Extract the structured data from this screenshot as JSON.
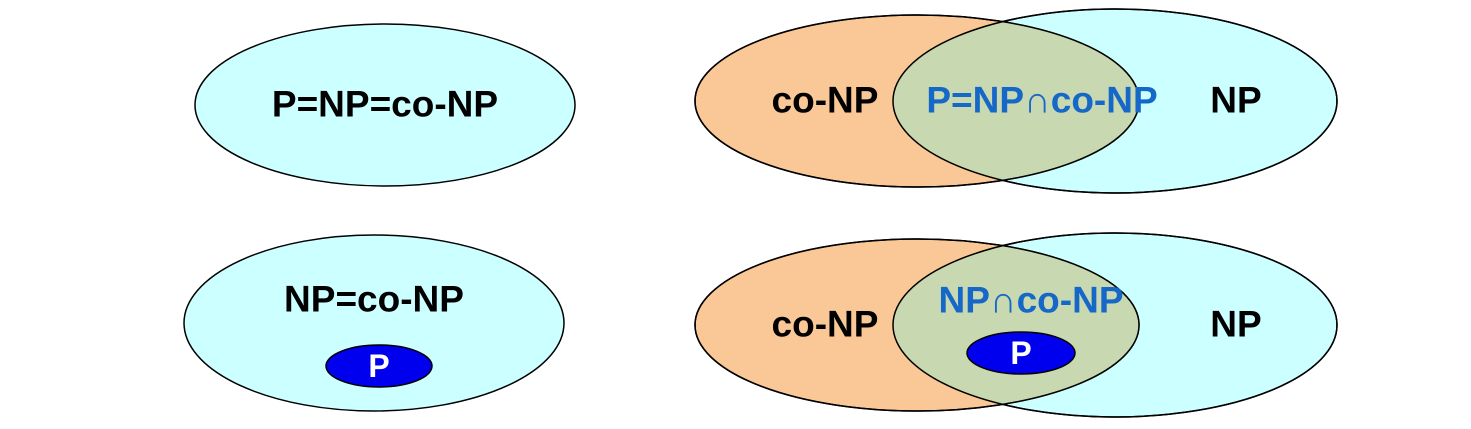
{
  "colors": {
    "cyan_fill": "#ccffff",
    "orange_fill": "#fac896",
    "intersection_fill": "#c8d8b0",
    "p_fill": "#0000ee",
    "blue_text": "#1668c8"
  },
  "diagrams": {
    "top_left": {
      "label": "P=NP=co-NP"
    },
    "top_right": {
      "conp_label": "co-NP",
      "intersection_label": "P=NP∩co-NP",
      "np_label": "NP"
    },
    "bottom_left": {
      "label": "NP=co-NP",
      "p_label": "P"
    },
    "bottom_right": {
      "conp_label": "co-NP",
      "intersection_label": "NP∩co-NP",
      "np_label": "NP",
      "p_label": "P"
    }
  }
}
